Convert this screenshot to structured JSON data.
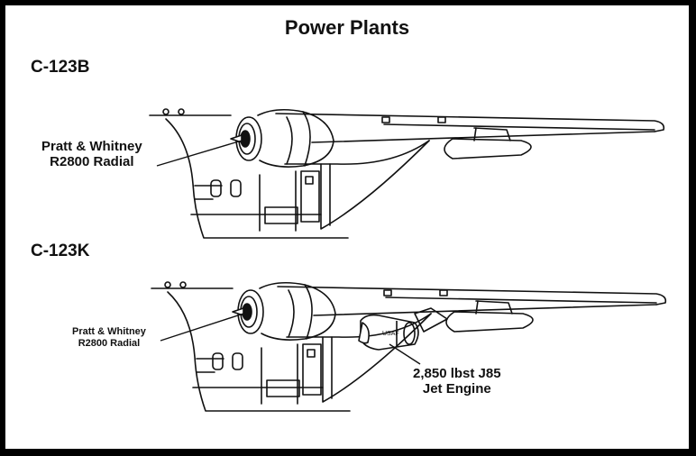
{
  "title": "Power Plants",
  "variants": [
    {
      "model": "C-123B",
      "engine_label_line1": "Pratt & Whitney",
      "engine_label_line2": "R2800 Radial"
    },
    {
      "model": "C-123K",
      "engine_label_line1": "Pratt & Whitney",
      "engine_label_line2": "R2800 Radial",
      "jet_label_line1": "2,850 lbst J85",
      "jet_label_line2": "Jet Engine"
    }
  ],
  "colors": {
    "ink": "#111111",
    "paper": "#ffffff",
    "border": "#000000"
  }
}
